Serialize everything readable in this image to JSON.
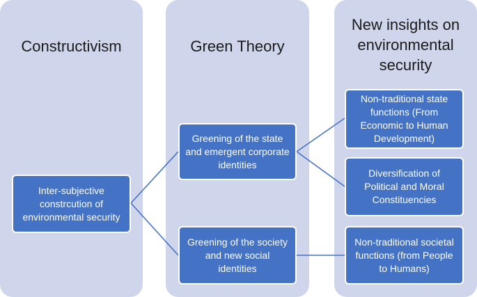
{
  "columns": [
    {
      "title": "Constructivism"
    },
    {
      "title": "Green Theory"
    },
    {
      "title": "New insights on environmental security"
    }
  ],
  "boxes": {
    "inter_subjective": "Inter-subjective constrcution of environmental security",
    "greening_state": "Greening of the state and emergent corporate identities",
    "greening_society": "Greening of the  society and new social identities",
    "non_traditional_state": "Non-traditional state functions (From Economic to Human Development)",
    "diversification": "Diversification of Political and Moral Constituencies",
    "non_traditional_societal": "Non-traditional societal functions (from People to Humans)"
  },
  "colors": {
    "column_bg": "#cfd5ea",
    "box_fill": "#4472c4",
    "connector": "#4472c4"
  }
}
